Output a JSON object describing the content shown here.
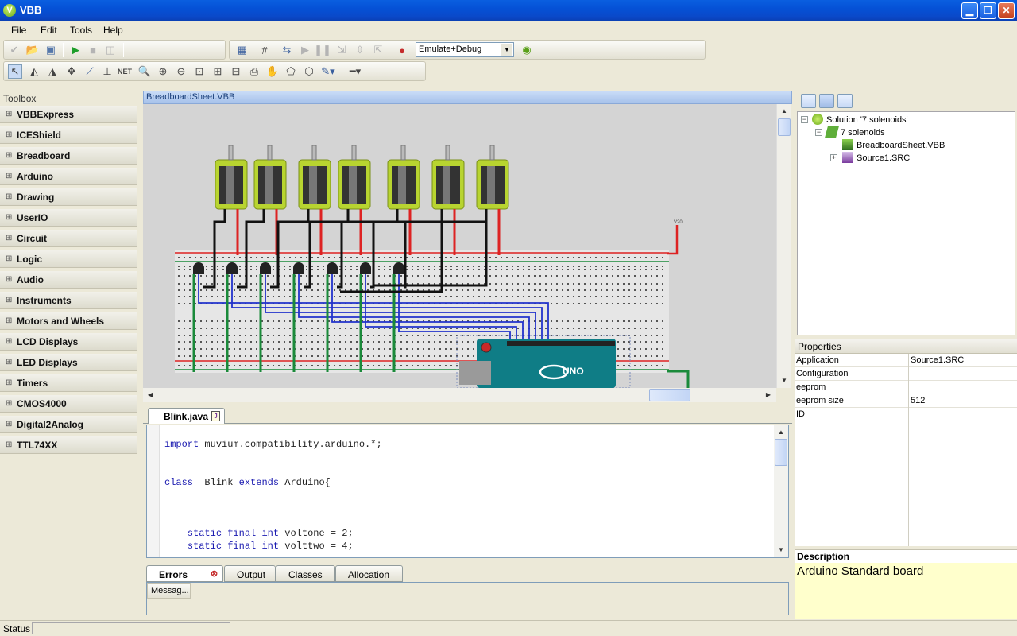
{
  "window": {
    "title": "VBB",
    "app_icon": "V"
  },
  "menu": [
    "File",
    "Edit",
    "Tools",
    "Help"
  ],
  "toolbar": {
    "mode_value": "Emulate+Debug"
  },
  "toolbox": {
    "header": "Toolbox",
    "items": [
      "VBBExpress",
      "ICEShield",
      "Breadboard",
      "Arduino",
      "Drawing",
      "UserIO",
      "Circuit",
      "Logic",
      "Audio",
      "Instruments",
      "Motors and Wheels",
      "LCD Displays",
      "LED Displays",
      "Timers",
      "CMOS4000",
      "Digital2Analog",
      "TTL74XX"
    ]
  },
  "document": {
    "title": "BreadboardSheet.VBB"
  },
  "canvas": {
    "vcc_label": "V20",
    "board_label": "UNO"
  },
  "editor": {
    "tab": "Blink.java",
    "tab_icon": "J",
    "lines": [
      "import muvium.compatibility.arduino.*;",
      "class  Blink extends Arduino{",
      "    static final int voltone = 2;",
      "    static final int volttwo = 4;"
    ]
  },
  "output": {
    "tabs": [
      "Errors",
      "Output",
      "Classes",
      "Allocation"
    ],
    "message_col": "Messag..."
  },
  "solution": {
    "root": "Solution '7 solenoids'",
    "project": "7 solenoids",
    "files": [
      "BreadboardSheet.VBB",
      "Source1.SRC"
    ]
  },
  "properties": {
    "header": "Properties",
    "rows": [
      {
        "key": "Application",
        "value": "Source1.SRC"
      },
      {
        "key": "Configuration",
        "value": ""
      },
      {
        "key": "eeprom",
        "value": ""
      },
      {
        "key": "eeprom size",
        "value": "512"
      },
      {
        "key": "ID",
        "value": ""
      }
    ]
  },
  "description": {
    "header": "Description",
    "text": "Arduino Standard board"
  },
  "status": {
    "label": "Status"
  },
  "colors": {
    "titlebar": "#0551d6",
    "solenoid": "#b8d430",
    "board": "#0f7d86",
    "desc_bg": "#ffffcc"
  }
}
